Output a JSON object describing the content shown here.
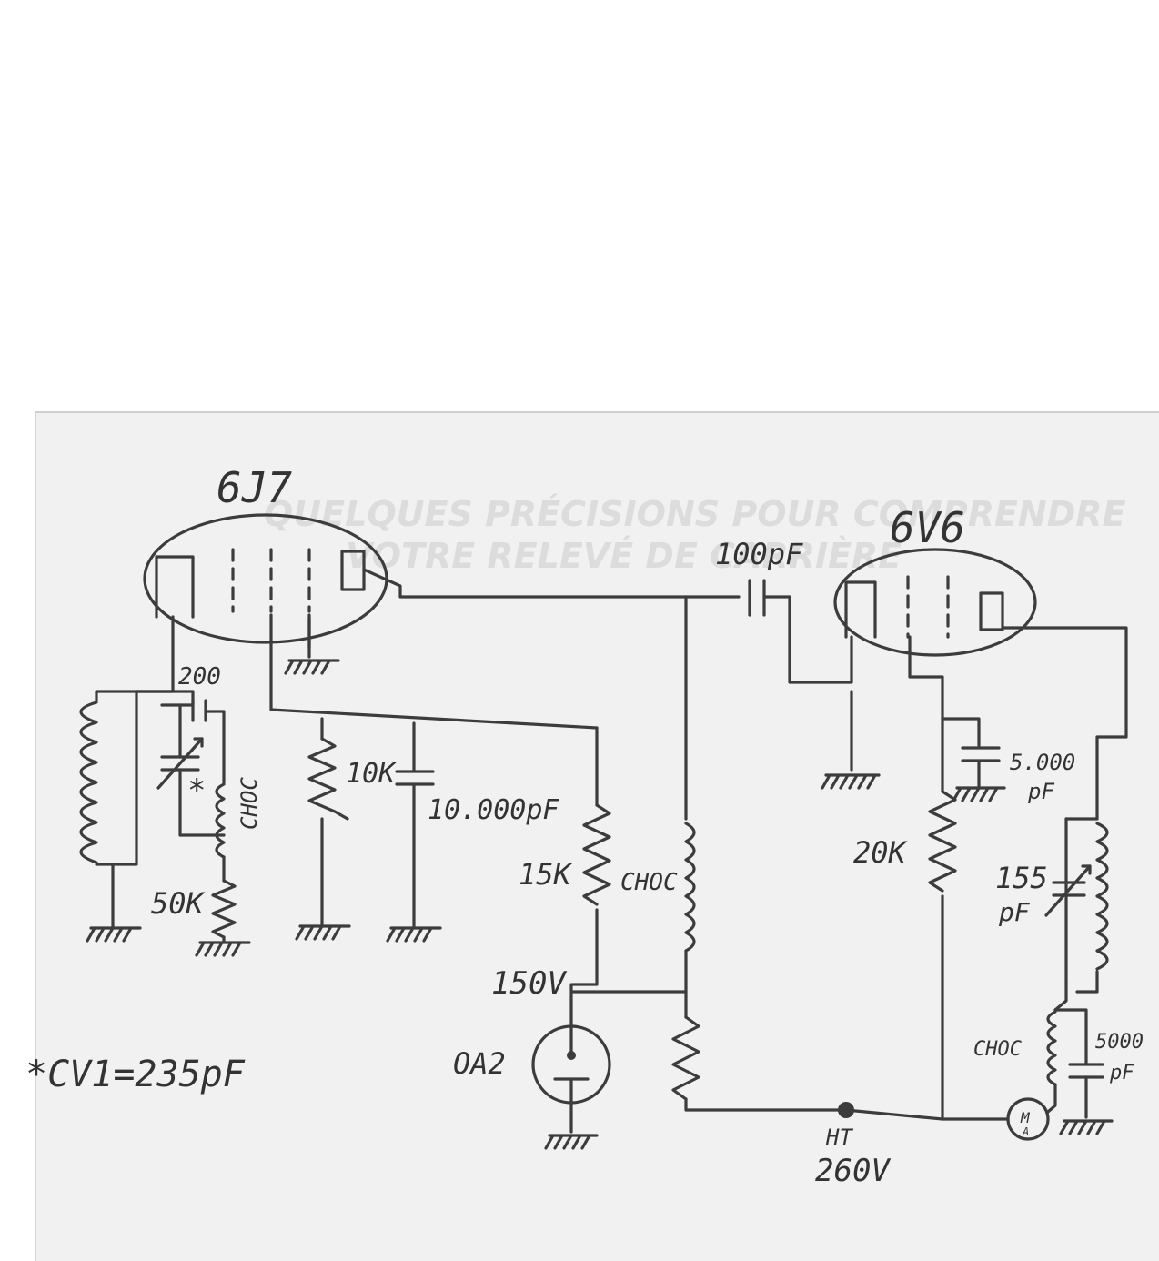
{
  "colors": {
    "paper": "#ffffff",
    "sheet": "#f1f1f1",
    "ink": "#3c3c3c",
    "bleed": "#dcdcdc"
  },
  "background_text": {
    "line1": "QUELQUES PRÉCISIONS POUR COMPRENDRE",
    "line2": "VOTRE RELEVÉ DE CARRIÈRE"
  },
  "tubes": {
    "tube1": "6J7",
    "tube2": "6V6",
    "regulator": "OA2"
  },
  "components": {
    "c_grid": "200",
    "c_coupling": "100pF",
    "r_10k": "10K",
    "c_10000": "10.000pF",
    "r_15k": "15K",
    "choke_1": "CHOC",
    "choke_2": "CHOC",
    "choke_3": "CHOC",
    "r_50k": "50K",
    "r_20k": "20K",
    "c_5000_top": "5.000",
    "c_5000_top_unit": "pF",
    "c_155": "155",
    "c_155_unit": "pF",
    "c_5000_bottom": "5000",
    "c_5000_bottom_unit": "pF",
    "cv_marker": "*",
    "meter": "M",
    "meter_sub": "A"
  },
  "voltages": {
    "v150": "150V",
    "ht_label": "HT",
    "ht_value": "260V"
  },
  "note": "*CV1=235pF"
}
